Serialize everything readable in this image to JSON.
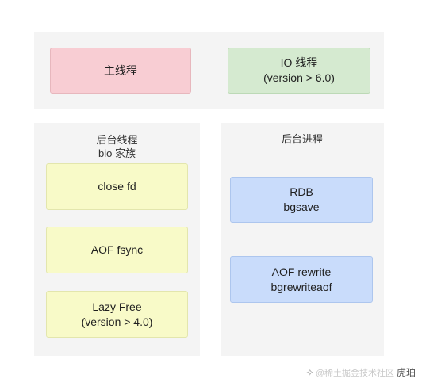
{
  "top": {
    "main_thread": {
      "line1": "主线程"
    },
    "io_thread": {
      "line1": "IO 线程",
      "line2": "(version > 6.0)"
    }
  },
  "bio": {
    "title1": "后台线程",
    "title2": "bio 家族",
    "items": [
      {
        "line1": "close fd"
      },
      {
        "line1": "AOF fsync"
      },
      {
        "line1": "Lazy Free",
        "line2": "(version > 4.0)"
      }
    ]
  },
  "background_process": {
    "title": "后台进程",
    "items": [
      {
        "line1": "RDB",
        "line2": "bgsave"
      },
      {
        "line1": "AOF rewrite",
        "line2": "bgrewriteaof"
      }
    ]
  },
  "watermark": {
    "prefix": "@稀土掘金技术社区",
    "brand": "虎珀"
  },
  "colors": {
    "main_thread": "#f8cdd3",
    "io_thread": "#d5ead0",
    "bio_item": "#f8fac8",
    "process_item": "#c9dcfb",
    "panel": "#f4f4f4"
  }
}
